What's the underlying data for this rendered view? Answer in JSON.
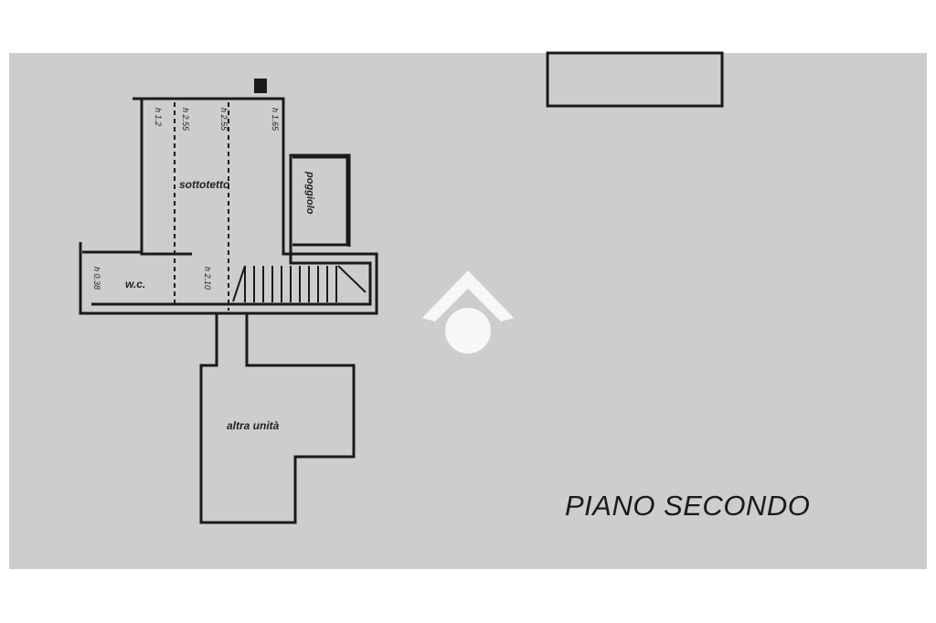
{
  "plan": {
    "title": "PIANO SECONDO",
    "rooms": {
      "attic": "sottotetto",
      "balcony": "poggiolo",
      "bathroom": "w.c.",
      "other_unit": "altra unità"
    },
    "heights": [
      "h 1.2",
      "h 2.55",
      "h 2.55",
      "h 1.65",
      "h 0.38",
      "h 2.10"
    ]
  },
  "colors": {
    "paper": "#cdcdcb",
    "ink": "#1a1a1a",
    "watermark": "#ffffff"
  },
  "watermark_icon": "house-logo-icon"
}
